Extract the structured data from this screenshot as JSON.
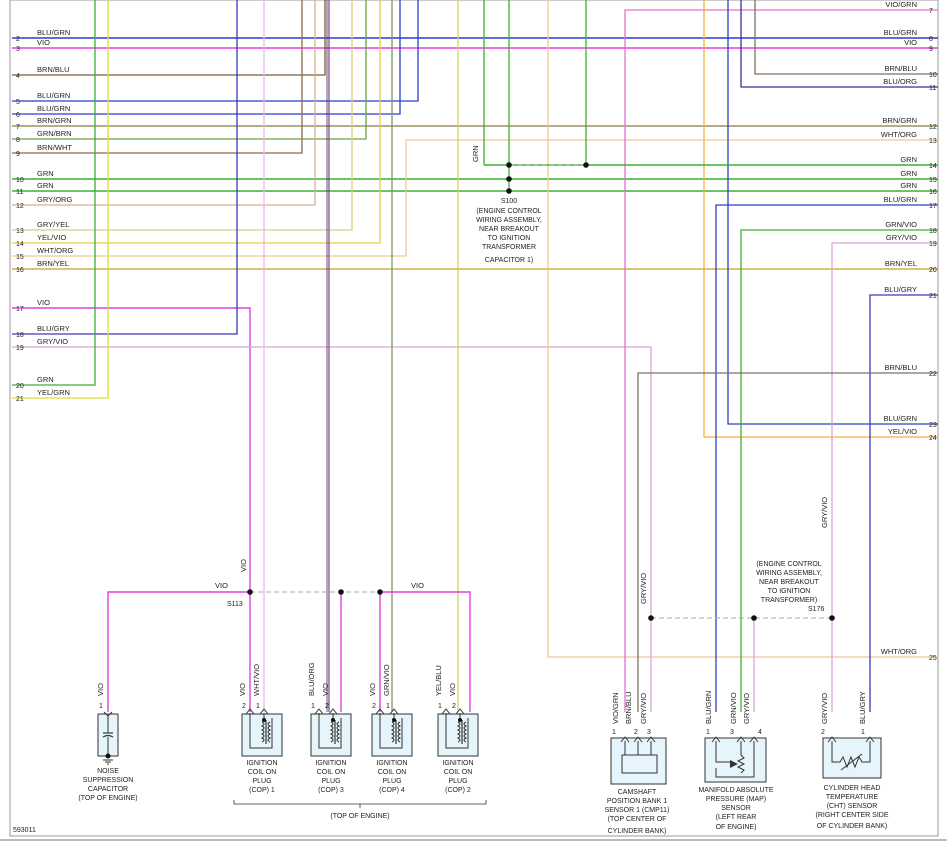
{
  "diagram": {
    "id": "593011",
    "top_of_engine": "(TOP OF ENGINE)",
    "colors": {
      "BLU/GRN": "#2a3fcc",
      "VIO": "#e040e0",
      "BRN/BLU": "#7a5a3a",
      "BRN/GRN": "#8a7a40",
      "GRN/BRN": "#6aa040",
      "BRN/WHT": "#8a6a50",
      "GRN": "#3cb030",
      "GRY/ORG": "#d8b090",
      "GRY/YEL": "#d8d080",
      "YEL/VIO": "#e6d040",
      "WHT/ORG": "#f0c890",
      "BRN/YEL": "#c8a020",
      "BLU/GRY": "#3a3ab8",
      "GRY/VIO": "#d8a8d8",
      "YEL/GRN": "#d8e030",
      "VIO/GRN": "#e070d0",
      "BLU/ORG": "#3a2f9a",
      "WHT/VIO": "#e8b8e8",
      "GRN/VIO": "#7a9a60",
      "YEL/BLU": "#d8d060",
      "BLU/GRN2": "#3040c0",
      "BRN/BLU2": "#807060",
      "GRY/BLU": "#b0b0d0",
      "YEL/VIO2": "#f0b040"
    },
    "left_wires": [
      {
        "num": "2",
        "label": "BLU/GRN"
      },
      {
        "num": "3",
        "label": "VIO"
      },
      {
        "num": "4",
        "label": "BRN/BLU"
      },
      {
        "num": "5",
        "label": "BLU/GRN"
      },
      {
        "num": "6",
        "label": "BLU/GRN"
      },
      {
        "num": "7",
        "label": "BRN/GRN"
      },
      {
        "num": "8",
        "label": "GRN/BRN"
      },
      {
        "num": "9",
        "label": "BRN/WHT"
      },
      {
        "num": "10",
        "label": "GRN"
      },
      {
        "num": "11",
        "label": "GRN"
      },
      {
        "num": "12",
        "label": "GRY/ORG"
      },
      {
        "num": "13",
        "label": "GRY/YEL"
      },
      {
        "num": "14",
        "label": "YEL/VIO"
      },
      {
        "num": "15",
        "label": "WHT/ORG"
      },
      {
        "num": "16",
        "label": "BRN/YEL"
      },
      {
        "num": "17",
        "label": "VIO"
      },
      {
        "num": "18",
        "label": "BLU/GRY"
      },
      {
        "num": "19",
        "label": "GRY/VIO"
      },
      {
        "num": "20",
        "label": "GRN"
      },
      {
        "num": "21",
        "label": "YEL/GRN"
      }
    ],
    "right_wires": [
      {
        "num": "7",
        "label": "VIO/GRN"
      },
      {
        "num": "8",
        "label": "BLU/GRN"
      },
      {
        "num": "9",
        "label": "VIO"
      },
      {
        "num": "10",
        "label": "BRN/BLU"
      },
      {
        "num": "11",
        "label": "BLU/ORG"
      },
      {
        "num": "12",
        "label": "BRN/GRN"
      },
      {
        "num": "13",
        "label": "WHT/ORG"
      },
      {
        "num": "14",
        "label": "GRN"
      },
      {
        "num": "15",
        "label": "GRN"
      },
      {
        "num": "16",
        "label": "GRN"
      },
      {
        "num": "17",
        "label": "BLU/GRN"
      },
      {
        "num": "18",
        "label": "GRN/VIO"
      },
      {
        "num": "19",
        "label": "GRY/VIO"
      },
      {
        "num": "20",
        "label": "BRN/YEL"
      },
      {
        "num": "21",
        "label": "BLU/GRY"
      },
      {
        "num": "22",
        "label": "BRN/BLU"
      },
      {
        "num": "23",
        "label": "BLU/GRN"
      },
      {
        "num": "24",
        "label": "YEL/VIO"
      },
      {
        "num": "25",
        "label": "WHT/ORG"
      }
    ],
    "splices": {
      "s100": {
        "id": "S100",
        "lines": [
          "(ENGINE CONTROL",
          "WIRING ASSEMBLY,",
          "NEAR BREAKOUT",
          "TO IGNITION",
          "TRANSFORMER",
          "CAPACITOR 1)"
        ],
        "wire": "GRN"
      },
      "s113": {
        "id": "S113",
        "wire_vertical": "VIO",
        "wire_left": "VIO",
        "wire_right": "VIO"
      },
      "s176": {
        "id": "S176",
        "lines": [
          "(ENGINE CONTROL",
          "WIRING ASSEMBLY,",
          "NEAR BREAKOUT",
          "TO IGNITION",
          "TRANSFORMER)"
        ],
        "wire": "GRY/VIO"
      }
    },
    "components": [
      {
        "key": "capacitor",
        "lines": [
          "NOISE",
          "SUPPRESSION",
          "CAPACITOR",
          "(TOP OF ENGINE)"
        ],
        "pins": [
          {
            "n": "1",
            "wire": "VIO"
          }
        ]
      },
      {
        "key": "cop1",
        "lines": [
          "IGNITION",
          "COIL ON",
          "PLUG",
          "(COP) 1"
        ],
        "pins": [
          {
            "n": "2",
            "wire": "VIO"
          },
          {
            "n": "1",
            "wire": "WHT/VIO"
          }
        ]
      },
      {
        "key": "cop3",
        "lines": [
          "IGNITION",
          "COIL ON",
          "PLUG",
          "(COP) 3"
        ],
        "pins": [
          {
            "n": "1",
            "wire": "BLU/ORG"
          },
          {
            "n": "2",
            "wire": "VIO"
          }
        ]
      },
      {
        "key": "cop4",
        "lines": [
          "IGNITION",
          "COIL ON",
          "PLUG",
          "(COP) 4"
        ],
        "pins": [
          {
            "n": "2",
            "wire": "VIO"
          },
          {
            "n": "1",
            "wire": "GRN/VIO"
          }
        ]
      },
      {
        "key": "cop2",
        "lines": [
          "IGNITION",
          "COIL ON",
          "PLUG",
          "(COP) 2"
        ],
        "pins": [
          {
            "n": "1",
            "wire": "YEL/BLU"
          },
          {
            "n": "2",
            "wire": "VIO"
          }
        ]
      },
      {
        "key": "cmp",
        "lines": [
          "CAMSHAFT",
          "POSITION BANK 1",
          "SENSOR 1 (CMP11)",
          "(TOP CENTER OF",
          "CYLINDER BANK)"
        ],
        "pins": [
          {
            "n": "1",
            "wire": "VIO/GRN"
          },
          {
            "n": "2",
            "wire": "BRN/BLU"
          },
          {
            "n": "3",
            "wire": "GRY/VIO"
          }
        ]
      },
      {
        "key": "map",
        "lines": [
          "MANIFOLD ABSOLUTE",
          "PRESSURE (MAP)",
          "SENSOR",
          "(LEFT REAR",
          "OF ENGINE)"
        ],
        "pins": [
          {
            "n": "1",
            "wire": "BLU/GRN"
          },
          {
            "n": "3",
            "wire": "GRN/VIO"
          },
          {
            "n": "4",
            "wire": "GRY/VIO"
          }
        ]
      },
      {
        "key": "cht",
        "lines": [
          "CYLINDER HEAD",
          "TEMPERATURE",
          "(CHT) SENSOR",
          "(RIGHT CENTER SIDE",
          "OF CYLINDER BANK)"
        ],
        "pins": [
          {
            "n": "2",
            "wire": "GRY/VIO"
          },
          {
            "n": "1",
            "wire": "BLU/GRY"
          }
        ]
      }
    ]
  }
}
